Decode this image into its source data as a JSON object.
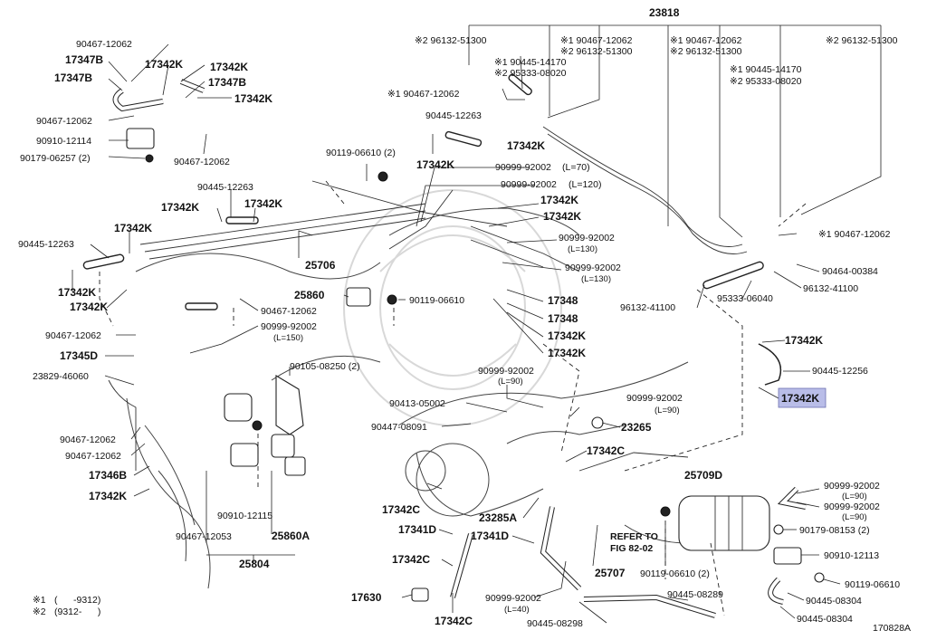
{
  "diagram_id": "170828A",
  "legend": {
    "note1_mark": "※1",
    "note1_text": "(      -9312)",
    "note2_mark": "※2",
    "note2_text": "(9312-      )"
  },
  "labels": {
    "p23818": "23818",
    "n2_96132_51300_a": "※2 96132-51300",
    "n1_90467_12062_top": "※1 90467-12062",
    "n2_96132_51300_b": "※2 96132-51300",
    "n1_90467_12062_tr": "※1 90467-12062",
    "n2_96132_51300_tr": "※2 96132-51300",
    "n2_96132_51300_far": "※2 96132-51300",
    "n1_90445_14170_a": "※1 90445-14170",
    "n2_95333_08020_a": "※2 95333-08020",
    "n1_90445_14170_b": "※1 90445-14170",
    "n2_95333_08020_b": "※2 95333-08020",
    "n1_90467_12062_mid": "※1 90467-12062",
    "p90445_12263_top": "90445-12263",
    "p17342k_a": "17342K",
    "p17342k_b": "17342K",
    "p90119_06610_2": "90119-06610 (2)",
    "p90999_92002_70": "90999-92002",
    "l70": "(L=70)",
    "p90999_92002_120": "90999-92002",
    "l120": "(L=120)",
    "p17342k_c": "17342K",
    "p17342k_d": "17342K",
    "p90999_92002_130a": "90999-92002",
    "l130a": "(L=130)",
    "p90999_92002_130b": "90999-92002",
    "l130b": "(L=130)",
    "p17348a": "17348",
    "p17348b": "17348",
    "p17342k_e": "17342K",
    "p17342k_f": "17342K",
    "n1_90467_12062_right": "※1 90467-12062",
    "p90464_00384": "90464-00384",
    "p96132_41100_r": "96132-41100",
    "p95333_06040": "95333-06040",
    "p96132_41100_l": "96132-41100",
    "p17342k_g": "17342K",
    "p90445_12256": "90445-12256",
    "p17342k_hl": "17342K",
    "p90467_12062_tl": "90467-12062",
    "p17347b_a": "17347B",
    "p17347b_b": "17347B",
    "p17342k_tl1": "17342K",
    "p17342k_tl2": "17342K",
    "p17347b_c": "17347B",
    "p17342k_tl3": "17342K",
    "p90467_12062_l2": "90467-12062",
    "p90910_12114": "90910-12114",
    "p90179_06257": "90179-06257 (2)",
    "p90467_12062_l3": "90467-12062",
    "p90445_12263_mid": "90445-12263",
    "p17342k_m1": "17342K",
    "p17342k_m2": "17342K",
    "p17342k_l1": "17342K",
    "p90445_12263_l": "90445-12263",
    "p25706": "25706",
    "p17342k_l2": "17342K",
    "p17342k_l3": "17342K",
    "p25860": "25860",
    "p90119_06610_m": "90119-06610",
    "p90467_12062_m": "90467-12062",
    "p90999_92002_150": "90999-92002",
    "l150": "(L=150)",
    "p90467_12062_l4": "90467-12062",
    "p17345d": "17345D",
    "p23829_46060": "23829-46060",
    "p90105_08250": "90105-08250 (2)",
    "p90999_92002_90a": "90999-92002",
    "l90a": "(L=90)",
    "p90413_05002": "90413-05002",
    "p90999_92002_90b": "90999-92002",
    "l90b": "(L=90)",
    "p90447_08091": "90447-08091",
    "p23265": "23265",
    "p90467_12062_l5": "90467-12062",
    "p90467_12062_l6": "90467-12062",
    "p17346b": "17346B",
    "p17342k_l4": "17342K",
    "p17342c_a": "17342C",
    "p25709d": "25709D",
    "p90999_92002_90c": "90999-92002",
    "l90c": "(L=90)",
    "p90999_92002_90d": "90999-92002",
    "l90d": "(L=90)",
    "p90179_08153": "90179-08153 (2)",
    "p17342c_b": "17342C",
    "p17341d_a": "17341D",
    "p23285a": "23285A",
    "p17341d_b": "17341D",
    "refer1": "REFER TO",
    "refer2": "FIG 82-02",
    "p90910_12115": "90910-12115",
    "p90467_12053": "90467-12053",
    "p25860a": "25860A",
    "p25804": "25804",
    "p90910_12113": "90910-12113",
    "p17342c_c": "17342C",
    "p25707": "25707",
    "p90119_06610_2b": "90119-06610 (2)",
    "p90119_06610_r": "90119-06610",
    "p17630": "17630",
    "p90999_92002_40": "90999-92002",
    "l40": "(L=40)",
    "p90445_08289": "90445-08289",
    "p90445_08304_a": "90445-08304",
    "p90445_08304_b": "90445-08304",
    "p17342c_d": "17342C",
    "p90445_08298": "90445-08298"
  },
  "highlight": {
    "label": "17342K",
    "color": "#b9bde8"
  }
}
